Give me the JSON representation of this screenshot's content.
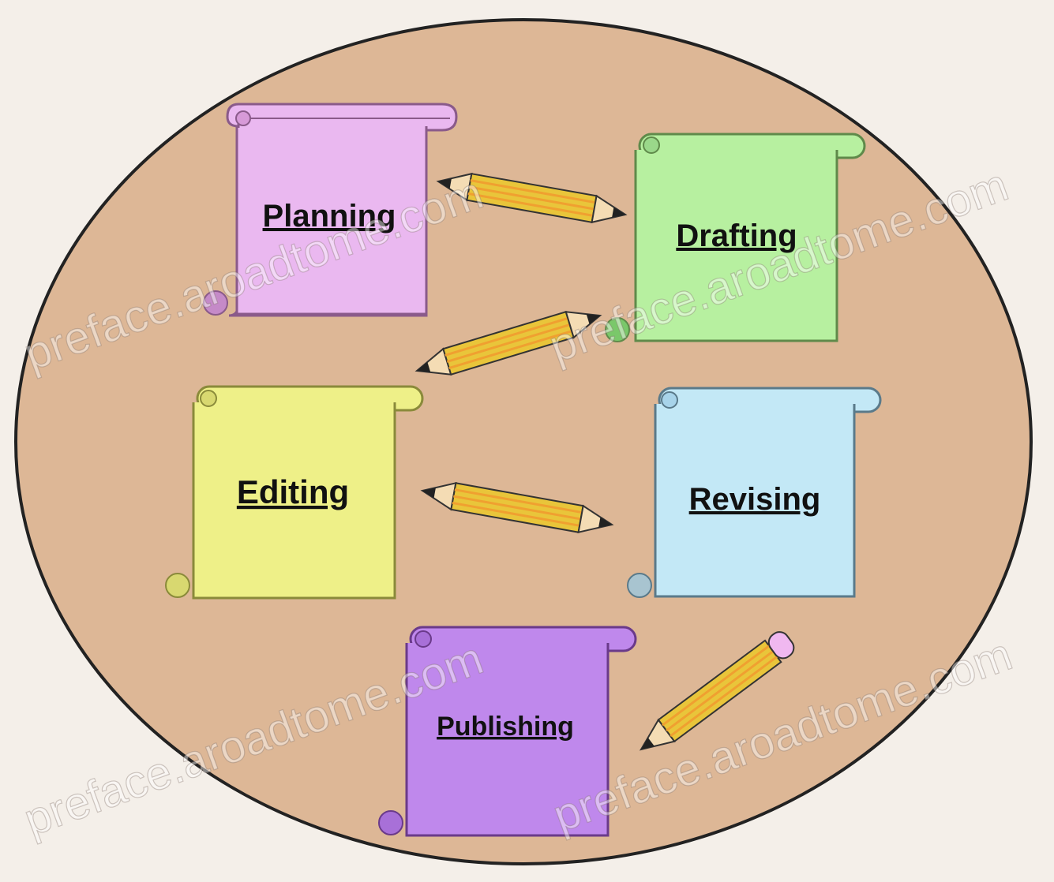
{
  "diagram": {
    "background_color": "#f4efe9",
    "circle_fill": "#ddb796",
    "circle_stroke": "#222222",
    "stages": [
      {
        "id": "planning",
        "label": "Planning",
        "color": "#eab8f0",
        "stroke": "#8a5a8a"
      },
      {
        "id": "drafting",
        "label": "Drafting",
        "color": "#b7f0a0",
        "stroke": "#5f8a4a"
      },
      {
        "id": "editing",
        "label": "Editing",
        "color": "#eef088",
        "stroke": "#8a8a3a"
      },
      {
        "id": "revising",
        "label": "Revising",
        "color": "#c3e8f6",
        "stroke": "#5a7a8a"
      },
      {
        "id": "publishing",
        "label": "Publishing",
        "color": "#bf88ec",
        "stroke": "#6a3a8a"
      }
    ],
    "pencil": {
      "body_color": "#e9c53a",
      "band_color": "#f0a030",
      "wood_color": "#f4dcb4",
      "tip_color": "#222222",
      "eraser_color": "#f0b8f0",
      "icon": "pencil-arrow-icon"
    }
  },
  "watermark": {
    "text": "preface.aroadtome.com"
  }
}
